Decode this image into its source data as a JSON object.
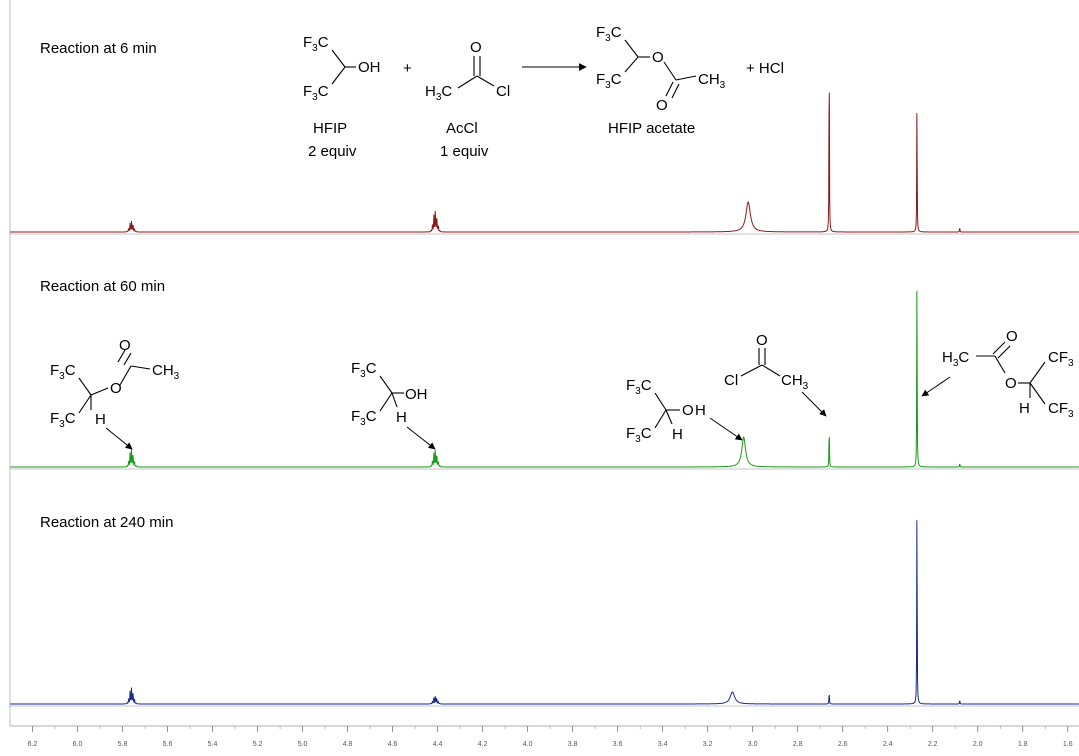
{
  "colors": {
    "spectrum_6": "#8b1a1a",
    "spectrum_60": "#1a9a1a",
    "spectrum_240": "#1a2a8c",
    "highlight_green": "#1a9a1a",
    "highlight_red": "#e01010",
    "highlight_blue": "#1a2a8c",
    "divider": "#b0b0b0"
  },
  "labels": {
    "title_6": "Reaction at 6 min",
    "title_60": "Reaction at 60 min",
    "title_240": "Reaction at 240 min"
  },
  "scheme": {
    "hfip_name": "HFIP",
    "hfip_equiv": "2 equiv",
    "acyl_name": "AcCl",
    "acyl_equiv": "1 equiv",
    "product_name": "HFIP acetate",
    "plus": "+",
    "byproduct": "+ HCl",
    "oh": "OH",
    "cl": "Cl",
    "o": "O",
    "h": "H"
  },
  "chart_data": {
    "type": "line",
    "title": "",
    "xlabel": "",
    "ylabel": "",
    "x_reversed": true,
    "xlim": [
      6.3,
      1.55
    ],
    "x_ticks": [
      "6.2",
      "6.0",
      "5.8",
      "5.6",
      "5.4",
      "5.2",
      "5.0",
      "4.8",
      "4.6",
      "4.4",
      "4.2",
      "4.0",
      "3.8",
      "3.6",
      "3.4",
      "3.2",
      "3.0",
      "2.8",
      "2.6",
      "2.4",
      "2.2",
      "2.0",
      "1.8",
      "1.6"
    ],
    "grid": false,
    "stack_order": [
      "Reaction at 6 min",
      "Reaction at 60 min",
      "Reaction at 240 min"
    ],
    "series": [
      {
        "name": "Reaction at 6 min",
        "peaks": [
          {
            "ppm": 5.76,
            "multiplet": "septet",
            "height": 0.06
          },
          {
            "ppm": 4.41,
            "multiplet": "septet",
            "height": 0.12
          },
          {
            "ppm": 3.02,
            "multiplet": "singlet",
            "height": 0.16,
            "width": 0.012
          },
          {
            "ppm": 2.66,
            "multiplet": "singlet",
            "height": 1.2
          },
          {
            "ppm": 2.27,
            "multiplet": "singlet",
            "height": 0.83
          },
          {
            "ppm": 2.08,
            "multiplet": "singlet",
            "height": 0.03
          }
        ]
      },
      {
        "name": "Reaction at 60 min",
        "peaks": [
          {
            "ppm": 5.76,
            "multiplet": "septet",
            "height": 0.08
          },
          {
            "ppm": 4.41,
            "multiplet": "septet",
            "height": 0.08
          },
          {
            "ppm": 3.04,
            "multiplet": "singlet",
            "height": 0.13,
            "width": 0.01
          },
          {
            "ppm": 2.66,
            "multiplet": "singlet",
            "height": 0.21
          },
          {
            "ppm": 2.27,
            "multiplet": "singlet",
            "height": 1.0
          },
          {
            "ppm": 2.08,
            "multiplet": "singlet",
            "height": 0.02
          }
        ]
      },
      {
        "name": "Reaction at 240 min",
        "peaks": [
          {
            "ppm": 5.76,
            "multiplet": "septet",
            "height": 0.07
          },
          {
            "ppm": 4.41,
            "multiplet": "septet",
            "height": 0.035
          },
          {
            "ppm": 3.09,
            "multiplet": "singlet",
            "height": 0.05,
            "width": 0.012
          },
          {
            "ppm": 2.66,
            "multiplet": "singlet",
            "height": 0.06
          },
          {
            "ppm": 2.27,
            "multiplet": "singlet",
            "height": 1.0
          },
          {
            "ppm": 2.08,
            "multiplet": "singlet",
            "height": 0.02
          }
        ]
      }
    ],
    "annotations": [
      {
        "panel": "Reaction at 60 min",
        "label": "HFIP acetate CH",
        "ppm": 5.76
      },
      {
        "panel": "Reaction at 60 min",
        "label": "HFIP CH",
        "ppm": 4.41
      },
      {
        "panel": "Reaction at 60 min",
        "label": "HFIP OH",
        "ppm": 3.04
      },
      {
        "panel": "Reaction at 60 min",
        "label": "AcCl CH3",
        "ppm": 2.66
      },
      {
        "panel": "Reaction at 60 min",
        "label": "HFIP acetate CH3",
        "ppm": 2.27
      }
    ]
  }
}
